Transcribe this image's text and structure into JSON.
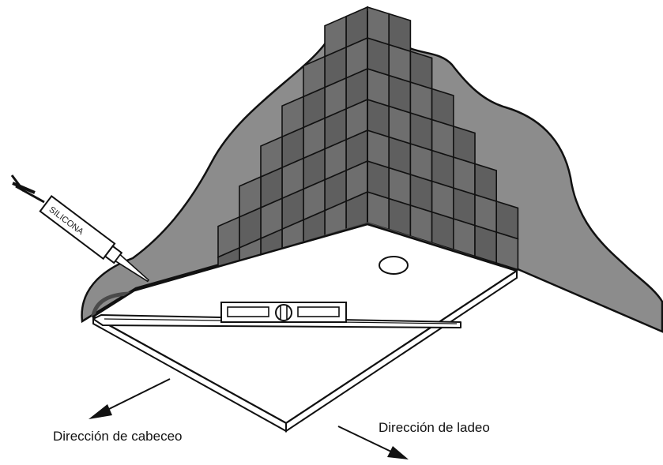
{
  "labels": {
    "syringe": "SILICONA",
    "pitch_direction": "Dirección de cabeceo",
    "roll_direction": "Dirección de ladeo"
  },
  "colors": {
    "wall": "#8c8c8c",
    "tile": "#6e6e6e",
    "tile_dark": "#5f5f5f",
    "outline": "#111111",
    "tray": "#ffffff"
  },
  "icons": {
    "syringe": "silicone-syringe-icon",
    "level": "spirit-level-icon",
    "drain": "drain-icon",
    "arrows": "arrow-icon"
  }
}
